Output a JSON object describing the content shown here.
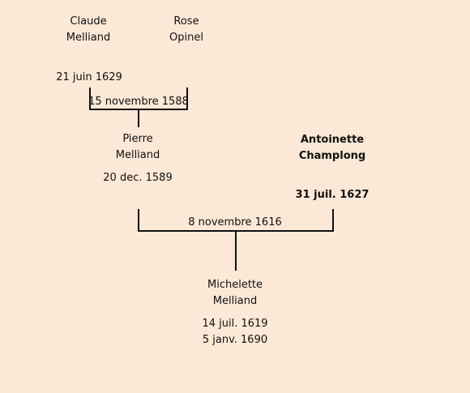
{
  "people": {
    "claude": {
      "first": "Claude",
      "last": "Melliand",
      "death": "21 juin 1629"
    },
    "rose": {
      "first": "Rose",
      "last": "Opinel"
    },
    "pierre": {
      "first": "Pierre",
      "last": "Melliand",
      "death": "20 dec. 1589"
    },
    "antoinette": {
      "first": "Antoinette",
      "last": "Champlong",
      "death": "31 juil. 1627"
    },
    "michelette": {
      "first": "Michelette",
      "last": "Melliand",
      "birth": "14 juil. 1619",
      "death": "5 janv. 1690"
    }
  },
  "marriages": {
    "claude_rose": "15 novembre 1588",
    "pierre_antoinette": "8 novembre 1616"
  }
}
